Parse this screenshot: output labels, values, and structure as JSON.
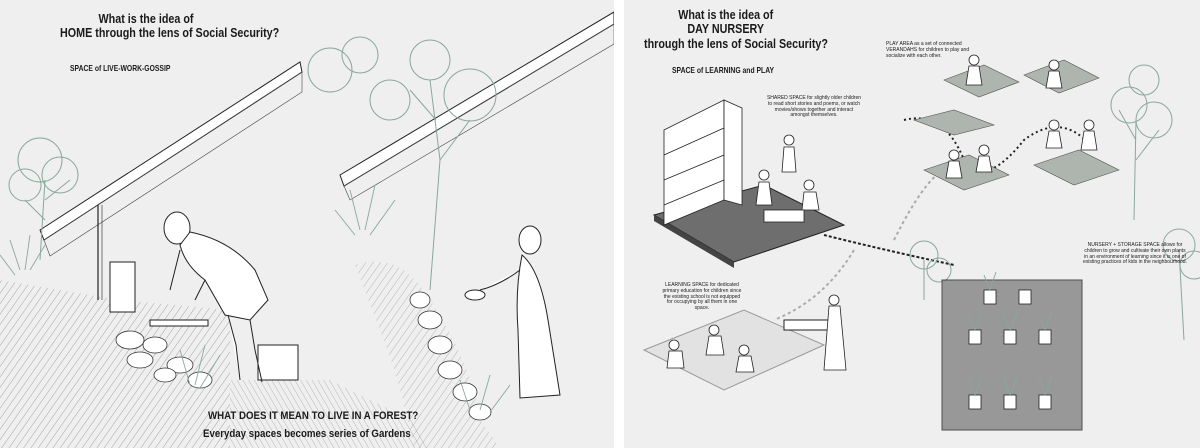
{
  "left": {
    "title_line1": "What is the idea of",
    "title_line2": "HOME through the lens of Social Security?",
    "subtitle": "SPACE of LIVE-WORK-GOSSIP",
    "caption_line1": "WHAT DOES IT MEAN TO LIVE IN A FOREST?",
    "caption_line2": "Everyday spaces becomes series of Gardens"
  },
  "right": {
    "title_line1": "What is the idea of",
    "title_line2": "DAY NURSERY",
    "title_line3": "through the lens of Social Security?",
    "subtitle": "SPACE of LEARNING and PLAY",
    "shared_note": "SHARED SPACE for slightly older children to read short stories and poems, or watch movies/shows together and interact amongst themselves.",
    "play_note": "PLAY AREA as a set of connected VERANDAHS for children to play and socialize with each other.",
    "learning_note": "LEARNING SPACE for dedicated primary education for children since the existing school is not equipped for occupying by all them in one space.",
    "nursery_note": "NURSERY + STORAGE SPACE allows for children to grow and cultivate their own plants in an environment of learning since it is one of existing practices of kids in the neighbourhood."
  },
  "colors": {
    "panel_bg": "#efefef",
    "foliage": "#8aa89a",
    "ink": "#2a2a2a",
    "slab": "#6e6e6e"
  }
}
